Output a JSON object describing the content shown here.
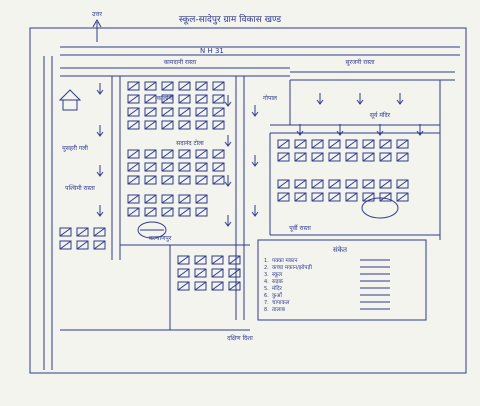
{
  "title": "स्कूल-सादेपुर ग्राम विकास खण्ड",
  "north_marker": "उत्तर",
  "road_label": "N H 31",
  "south_label": "दक्षिण दिशा",
  "street_labels": [
    "कामदानी रास्ता",
    "सुरजनी रास्ता",
    "मुसहरी गली",
    "कालोनी",
    "सदानंद टोला",
    "सूर्य मंदिर",
    "गोपाल",
    "पूर्वी रास्ता",
    "पश्चिमी रास्ता",
    "कल्याणपुर"
  ],
  "legend": {
    "title": "संकेत",
    "items": [
      "पक्का मकान",
      "कच्चा मकान/झोपड़ी",
      "स्कूल",
      "सड़क",
      "मंदिर",
      "कुआँ",
      "चापाकल",
      "तालाब"
    ]
  },
  "colors": {
    "ink": "#2f3a8c",
    "paper": "#f4f4ef",
    "margin": "#dcdcd6"
  }
}
